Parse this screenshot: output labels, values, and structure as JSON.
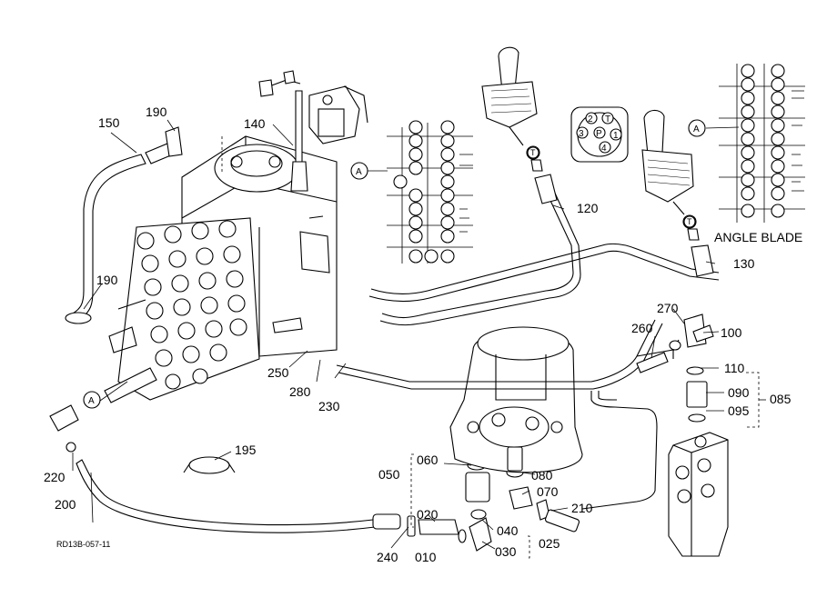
{
  "diagram": {
    "code": "RD13B-057-11",
    "callouts": {
      "p010": "010",
      "p020": "020",
      "p025": "025",
      "p030": "030",
      "p040": "040",
      "p050": "050",
      "p060": "060",
      "p070": "070",
      "p080": "080",
      "p085": "085",
      "p090": "090",
      "p095": "095",
      "p100": "100",
      "p110": "110",
      "p120": "120",
      "p130": "130",
      "p140": "140",
      "p150": "150",
      "p190a": "190",
      "p190b": "190",
      "p195": "195",
      "p200": "200",
      "p210": "210",
      "p220": "220",
      "p230": "230",
      "p240": "240",
      "p250": "250",
      "p260": "260",
      "p270": "270",
      "p280": "280"
    },
    "refs": {
      "a1": "A",
      "a2": "A",
      "a3": "A"
    },
    "angle_blade": "ANGLE BLADE",
    "joystick_letter": "T",
    "pattern_pad": [
      "2",
      "P",
      "3",
      "1",
      "T",
      "4"
    ]
  }
}
